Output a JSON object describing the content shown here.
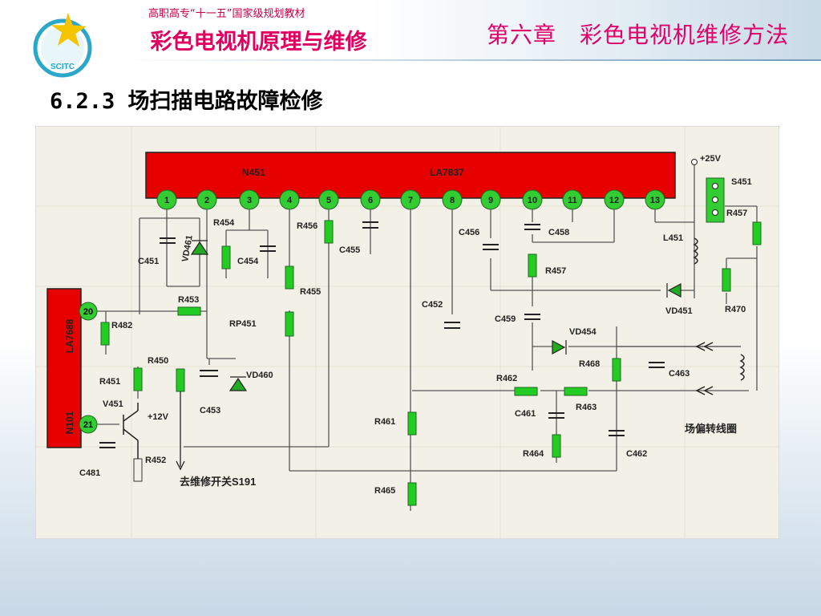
{
  "header": {
    "series": "高职高专“十一五”国家级规划教材",
    "book_title": "彩色电视机原理与维修",
    "chapter": "第六章　彩色电视机维修方法",
    "logo_text": "SCITC"
  },
  "section": {
    "title": "6.2.3 场扫描电路故障检修"
  },
  "diagram": {
    "ic_main": {
      "ref": "N451",
      "part": "LA7837",
      "pins": [
        "1",
        "2",
        "3",
        "4",
        "5",
        "6",
        "7",
        "8",
        "9",
        "10",
        "11",
        "12",
        "13"
      ]
    },
    "ic_side": {
      "part": "LA7688",
      "ref": "N101",
      "pins": [
        "20",
        "21"
      ]
    },
    "supply": "+25V",
    "supply_12v": "+12V",
    "switch": "S451",
    "components": {
      "VD461": "VD461",
      "C451": "C451",
      "R454": "R454",
      "C454": "C454",
      "R456": "R456",
      "C455": "C455",
      "R455": "R455",
      "RP451": "RP451",
      "R453": "R453",
      "R482": "R482",
      "R451": "R451",
      "R450": "R450",
      "C453": "C453",
      "VD460": "VD460",
      "V451": "V451",
      "C481": "C481",
      "R452": "R452",
      "C456": "C456",
      "C458": "C458",
      "R457": "R457",
      "C452": "C452",
      "C459": "C459",
      "VD454": "VD454",
      "R468": "R468",
      "R462": "R462",
      "C461": "C461",
      "R463": "R463",
      "C463": "C463",
      "R461": "R461",
      "R464": "R464",
      "C462": "C462",
      "R465": "R465",
      "L451": "L451",
      "VD451": "VD451",
      "R470": "R470",
      "R457b": "R457"
    },
    "labels": {
      "to_service_switch": "去维修开关S191",
      "deflection_coil": "场偏转线圈"
    },
    "colors": {
      "ic_red": "#e60000",
      "pin_green": "#33cc33",
      "component_green": "#22cc22",
      "wire": "#555555",
      "panel_bg": "#f2f0e6"
    }
  }
}
